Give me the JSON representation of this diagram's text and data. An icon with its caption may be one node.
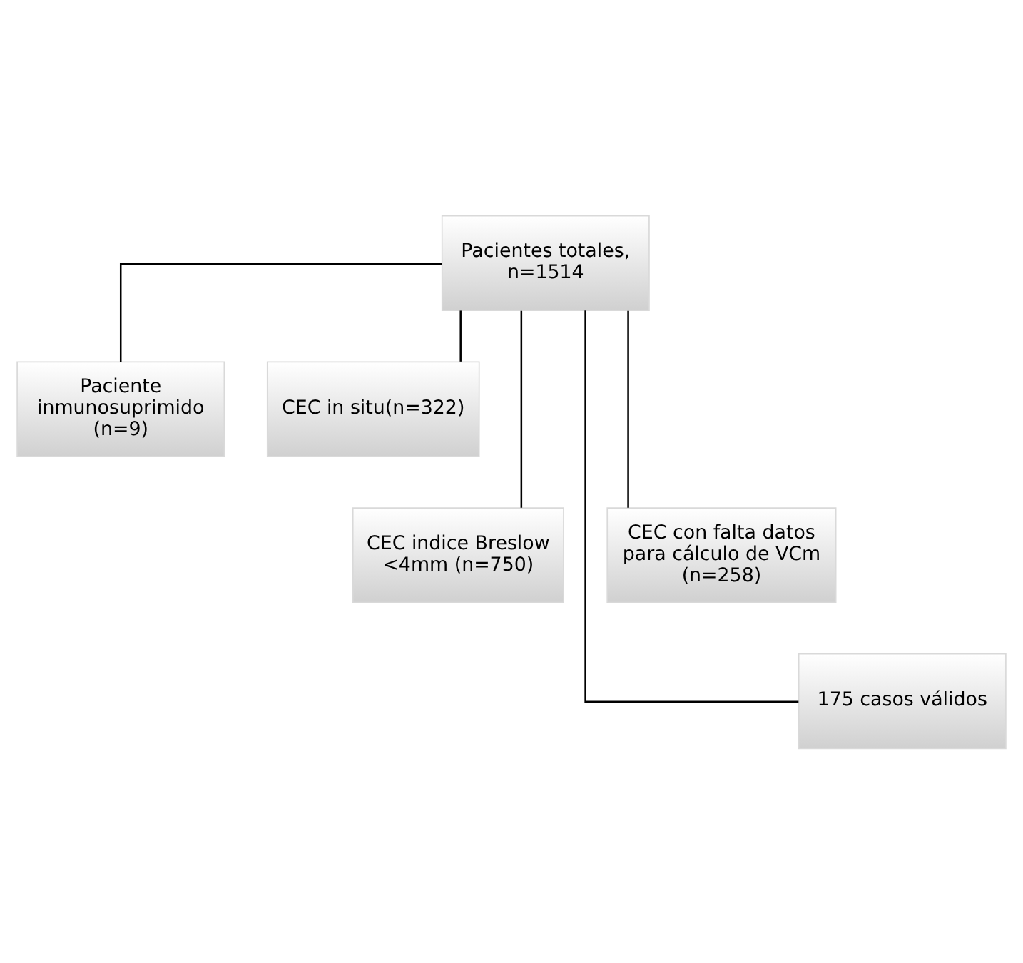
{
  "diagram": {
    "nodes": [
      {
        "text": [
          "Pacientes totales, n=1514"
        ]
      },
      {
        "text": [
          "Paciente inmunosuprimido (n=9)"
        ]
      },
      {
        "text": [
          "CEC in situ(n=322)"
        ]
      },
      {
        "text": [
          "CEC indice Breslow <4mm (n=750)"
        ]
      },
      {
        "text": [
          "CEC con falta datos para cálculo de VCm (n=258)"
        ]
      },
      {
        "text": [
          "175 casos válidos"
        ]
      }
    ],
    "edges": [
      {
        "from": 0,
        "to": 1,
        "arrow": "none"
      },
      {
        "from": 0,
        "to": 2,
        "arrow": "none"
      },
      {
        "from": 0,
        "to": 3,
        "arrow": "none"
      },
      {
        "from": 0,
        "to": 4,
        "arrow": "none"
      },
      {
        "from": 0,
        "to": 5,
        "arrow": "none"
      }
    ]
  }
}
